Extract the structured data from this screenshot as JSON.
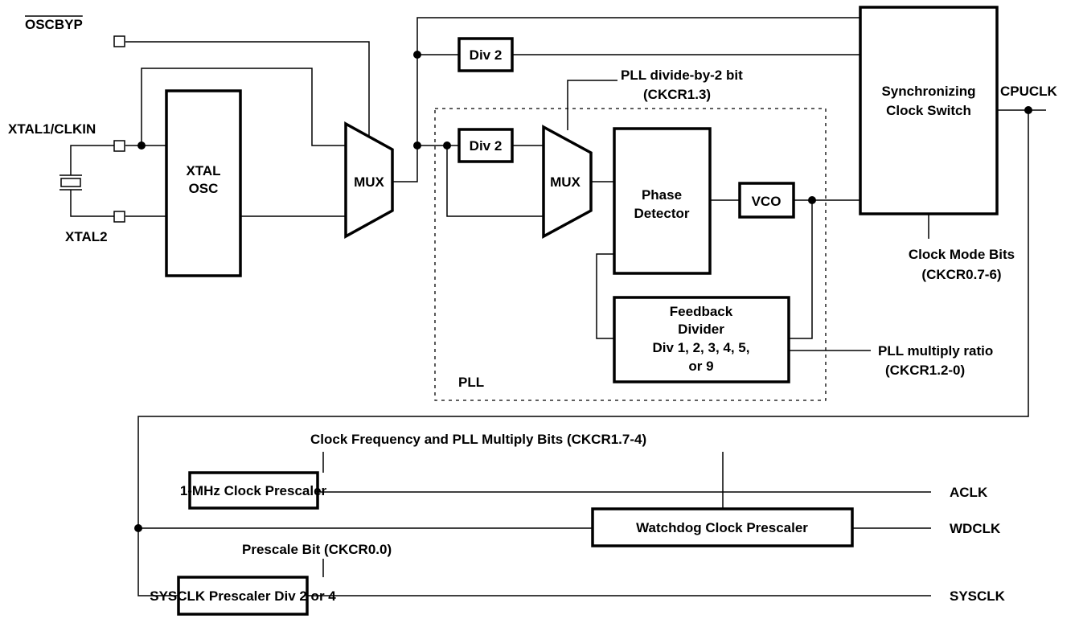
{
  "signals": {
    "oscbyp": "OSCBYP",
    "xtal1": "XTAL1/CLKIN",
    "xtal2": "XTAL2",
    "cpuclk": "CPUCLK",
    "aclk": "ACLK",
    "wdclk": "WDCLK",
    "sysclk": "SYSCLK"
  },
  "blocks": {
    "xtal_osc": [
      "XTAL",
      "OSC"
    ],
    "mux1": "MUX",
    "mux2": "MUX",
    "div2_top": "Div 2",
    "div2_pll": "Div 2",
    "phase_detector": [
      "Phase",
      "Detector"
    ],
    "vco": "VCO",
    "feedback_divider": [
      "Feedback",
      "Divider",
      "Div 1, 2, 3, 4, 5,",
      "or 9"
    ],
    "sync_switch": [
      "Synchronizing",
      "Clock Switch"
    ],
    "pll_group": "PLL",
    "prescaler_1mhz": "1-MHz Clock Prescaler",
    "watchdog_prescaler": "Watchdog Clock Prescaler",
    "sysclk_prescaler": "SYSCLK Prescaler Div 2 or 4"
  },
  "annotations": {
    "pll_div_bit": [
      "PLL divide-by-2 bit",
      "(CKCR1.3)"
    ],
    "clock_mode_bits": [
      "Clock Mode Bits",
      "(CKCR0.7-6)"
    ],
    "pll_multiply_ratio": [
      "PLL multiply ratio",
      "(CKCR1.2-0)"
    ],
    "freq_pll_bits": "Clock Frequency and PLL Multiply Bits (CKCR1.7-4)",
    "prescale_bit": "Prescale Bit (CKCR0.0)"
  }
}
